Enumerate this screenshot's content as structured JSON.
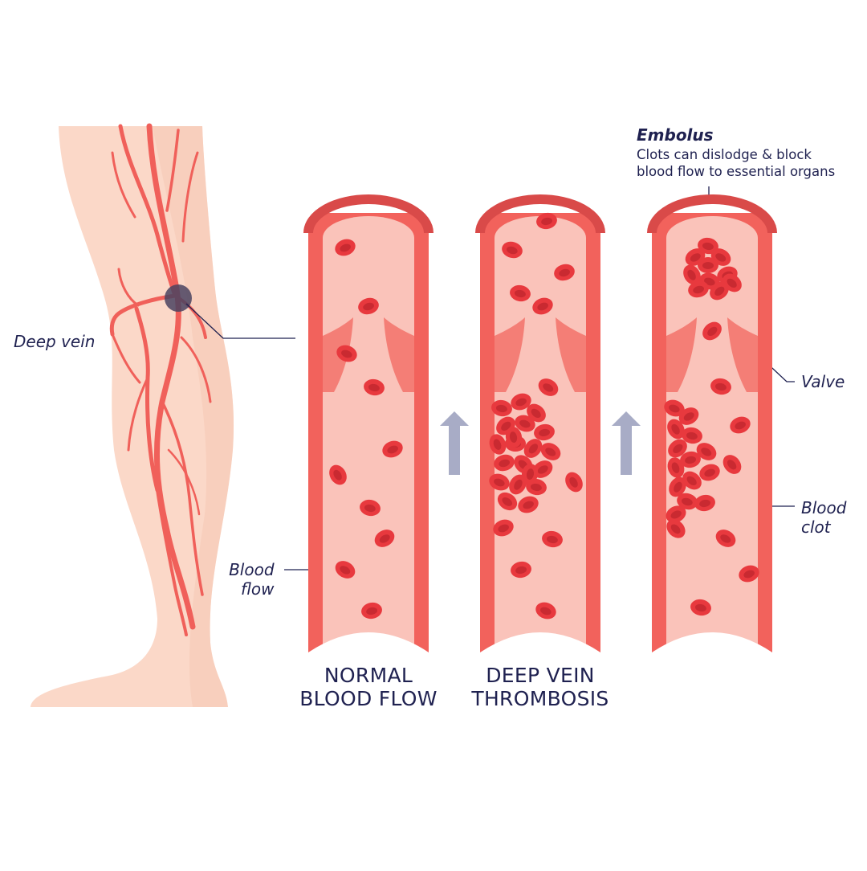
{
  "labels": {
    "deep_vein": "Deep vein",
    "blood_flow": [
      "Blood",
      "flow"
    ],
    "valve": "Valve",
    "blood_clot": [
      "Blood",
      "clot"
    ],
    "embolus_title": "Embolus",
    "embolus_desc": [
      "Clots can dislodge & block",
      "blood flow to essential organs"
    ]
  },
  "panels": [
    {
      "caption": [
        "NORMAL",
        "BLOOD FLOW"
      ]
    },
    {
      "caption": [
        "DEEP VEIN",
        "THROMBOSIS"
      ]
    },
    {
      "caption": []
    }
  ],
  "colors": {
    "skin": "#fbd8c8",
    "skin_shadow": "#f6c8b5",
    "vein": "#f0605a",
    "vessel_wall": "#f2625c",
    "vessel_rim": "#d94a49",
    "vessel_inner": "#fac3ba",
    "cell": "#e8393e",
    "cell_dark": "#c92a31",
    "arrow": "#a8acc6",
    "text": "#1f2150",
    "highlight": "#4a4360"
  },
  "icons": [
    "up-arrow-icon",
    "red-blood-cell-icon",
    "vein-valve-icon"
  ]
}
